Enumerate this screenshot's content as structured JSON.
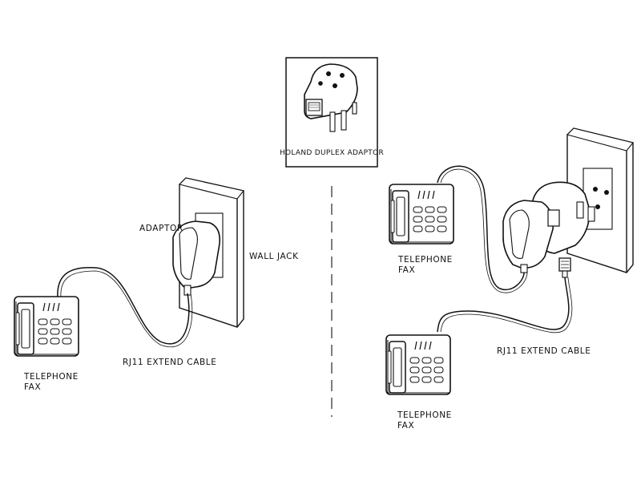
{
  "inset": {
    "caption": "HOLAND DUPLEX ADAPTOR"
  },
  "left_setup": {
    "adaptor_label": "ADAPTOR",
    "wall_jack_label": "WALL JACK",
    "cable_label": "RJ11 EXTEND CABLE",
    "device_line1": "TELEPHONE",
    "device_line2": "FAX"
  },
  "right_setup": {
    "top_device_line1": "TELEPHONE",
    "top_device_line2": "FAX",
    "cable_label": "RJ11 EXTEND CABLE",
    "bottom_device_line1": "TELEPHONE",
    "bottom_device_line2": "FAX"
  },
  "colors": {
    "line": "#111111",
    "background": "#ffffff"
  }
}
